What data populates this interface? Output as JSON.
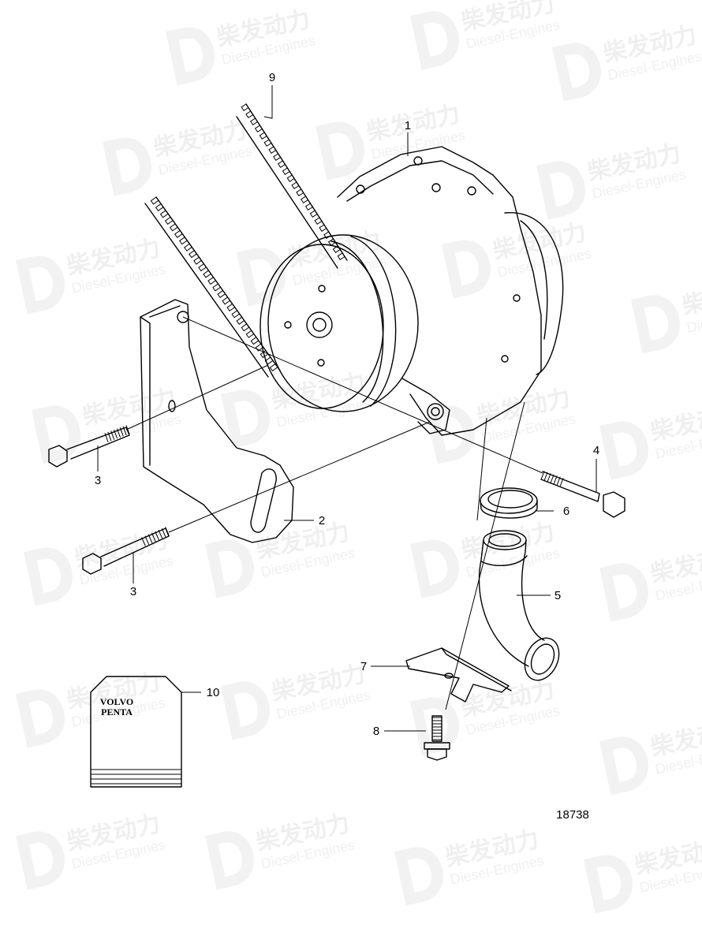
{
  "diagram": {
    "figure_number": "18738",
    "callouts": [
      "1",
      "2",
      "3",
      "3",
      "4",
      "5",
      "6",
      "7",
      "8",
      "9",
      "10"
    ],
    "manual_label": {
      "line1": "VOLVO",
      "line2": "PENTA"
    }
  },
  "watermark": {
    "text": "柴发动力",
    "subtext": "Diesel-Engines"
  }
}
